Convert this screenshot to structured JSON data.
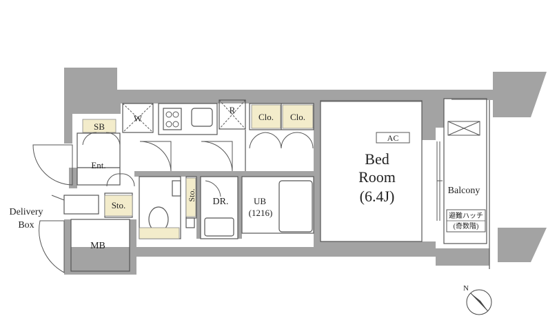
{
  "labels": {
    "sb": "SB",
    "w": "W",
    "r": "R",
    "clo1": "Clo.",
    "clo2": "Clo.",
    "ac": "AC",
    "bed_line1": "Bed",
    "bed_line2": "Room",
    "bed_size": "(6.4J)",
    "balcony": "Balcony",
    "hatch_line1": "避難ハッチ",
    "hatch_line2": "(奇数階)",
    "ent": "Ent.",
    "sto1": "Sto.",
    "sto2": "Sto.",
    "dr": "DR.",
    "ub_line1": "UB",
    "ub_line2": "(1216)",
    "delivery_line1": "Delivery",
    "delivery_line2": "Box",
    "mb": "MB",
    "compass": "N"
  },
  "colors": {
    "wall": "#a3a3a3",
    "line": "#555555",
    "highlight": "#f3eccb",
    "background": "#ffffff"
  }
}
